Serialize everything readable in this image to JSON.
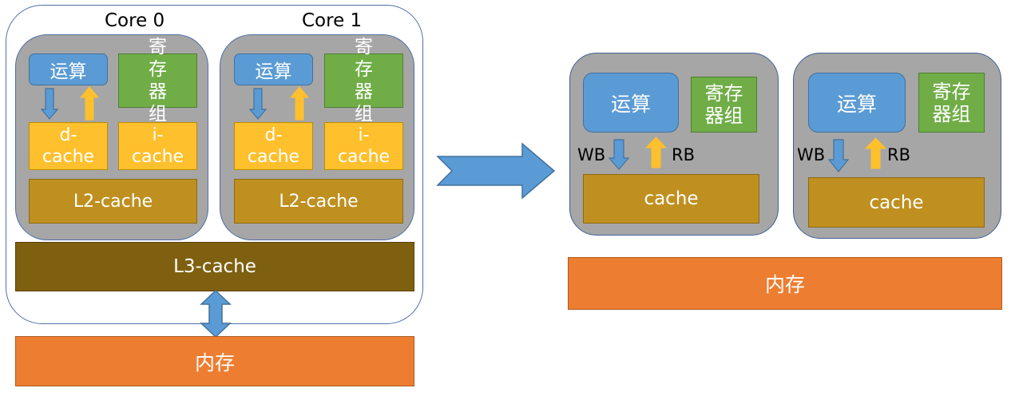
{
  "left": {
    "cores": [
      {
        "title": "Core 0",
        "alu": "运算",
        "registers": "寄存器组",
        "dcache": "d-cache",
        "icache": "i-cache",
        "l2": "L2-cache"
      },
      {
        "title": "Core 1",
        "alu": "运算",
        "registers": "寄存器组",
        "dcache": "d-cache",
        "icache": "i-cache",
        "l2": "L2-cache"
      }
    ],
    "l3": "L3-cache",
    "memory": "内存"
  },
  "right": {
    "cores": [
      {
        "alu": "运算",
        "registers": "寄存器组",
        "wb": "WB",
        "rb": "RB",
        "cache": "cache"
      },
      {
        "alu": "运算",
        "registers": "寄存器组",
        "wb": "WB",
        "rb": "RB",
        "cache": "cache"
      }
    ],
    "memory": "内存"
  },
  "colors": {
    "alu": "#5b9bd5",
    "registers": "#70ad47",
    "l1": "#ffc02d",
    "l2": "#bf9020",
    "l3": "#7f6010",
    "memory": "#ed7d31",
    "core": "#a6a6a6"
  }
}
